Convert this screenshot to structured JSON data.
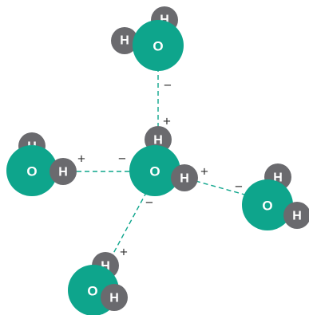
{
  "colors": {
    "oxygen": "#0ea58c",
    "hydrogen": "#6a6a6e",
    "bond": "#0ea58c"
  },
  "labels": {
    "oxygen": "O",
    "hydrogen": "H",
    "positive": "+",
    "negative": "−"
  },
  "molecules": [
    {
      "name": "top",
      "atoms": [
        "H",
        "H",
        "O"
      ]
    },
    {
      "name": "center",
      "atoms": [
        "H",
        "O",
        "H"
      ]
    },
    {
      "name": "left",
      "atoms": [
        "H",
        "O",
        "H"
      ]
    },
    {
      "name": "right",
      "atoms": [
        "H",
        "O",
        "H"
      ]
    },
    {
      "name": "bottom",
      "atoms": [
        "H",
        "O",
        "H"
      ]
    }
  ],
  "hydrogen_bonds": [
    {
      "from": "center",
      "to": "top",
      "charges": [
        "+",
        "−"
      ]
    },
    {
      "from": "left",
      "to": "center",
      "charges": [
        "+",
        "−"
      ]
    },
    {
      "from": "center",
      "to": "right",
      "charges": [
        "+",
        "−"
      ]
    },
    {
      "from": "bottom",
      "to": "center",
      "charges": [
        "+",
        "−"
      ]
    }
  ]
}
